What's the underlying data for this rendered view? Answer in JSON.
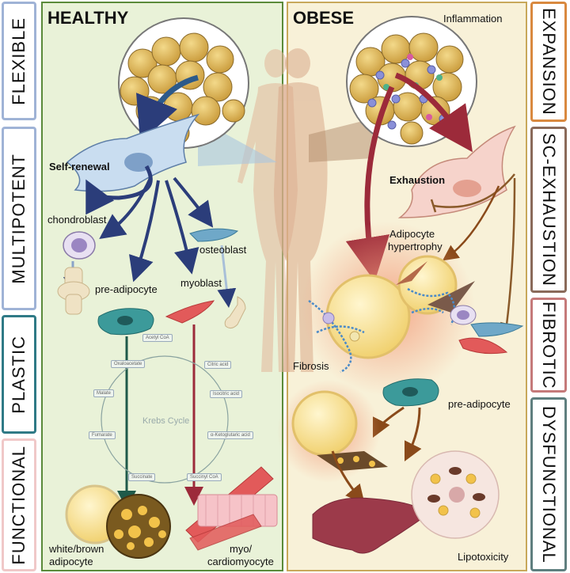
{
  "left_sidebar": [
    {
      "label": "FLEXIBLE",
      "color": "#9fb3d6"
    },
    {
      "label": "MULTIPOTENT",
      "color": "#9fb3d6"
    },
    {
      "label": "PLASTIC",
      "color": "#2f7a86"
    },
    {
      "label": "FUNCTIONAL",
      "color": "#f0c8c8"
    }
  ],
  "right_sidebar": [
    {
      "label": "EXPANSION",
      "color": "#d9893f"
    },
    {
      "label": "SC-EXHAUSTION",
      "color": "#8a6a5a"
    },
    {
      "label": "FIBROTIC",
      "color": "#c57a7a"
    },
    {
      "label": "DYSFUNCTIONAL",
      "color": "#5f7f7f"
    }
  ],
  "healthy": {
    "title": "HEALTHY",
    "self_renewal": "Self-renewal",
    "chondroblast": "chondroblast",
    "osteoblast": "osteoblast",
    "pre_adipocyte": "pre-adipocyte",
    "myoblast": "myoblast",
    "adipocyte_line1": "white/brown",
    "adipocyte_line2": "adipocyte",
    "cardio_line1": "myo/",
    "cardio_line2": "cardiomyocyte",
    "krebs_title": "Krebs Cycle",
    "krebs_nodes": [
      "Acetyl CoA",
      "Citric acid",
      "Isocitric acid",
      "α-Ketoglutaric acid",
      "Succinyl CoA",
      "Succinate",
      "Fumarate",
      "Malate",
      "Oxaloacetate"
    ]
  },
  "obese": {
    "title": "OBESE",
    "inflammation": "Inflammation",
    "exhaustion": "Exhaustion",
    "hypertrophy_line1": "Adipocyte",
    "hypertrophy_line2": "hypertrophy",
    "fibrosis": "Fibrosis",
    "pre_adipocyte": "pre-adipocyte",
    "lipotoxicity": "Lipotoxicity"
  },
  "colors": {
    "healthy_bg": "#e9f2d8",
    "healthy_border": "#5a8a3a",
    "obese_bg": "#f8f1d8",
    "obese_border": "#c8a85a"
  }
}
